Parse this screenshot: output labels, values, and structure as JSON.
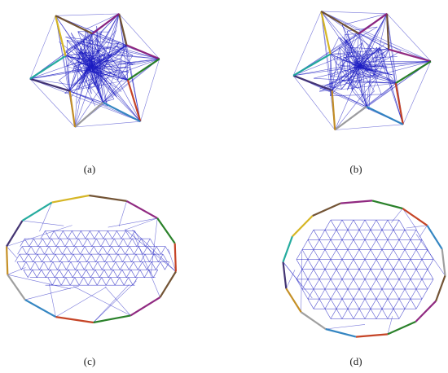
{
  "figure": {
    "panels": [
      {
        "id": "a",
        "caption": "(a)",
        "kind": "star-dense"
      },
      {
        "id": "b",
        "caption": "(b)",
        "kind": "star-medium"
      },
      {
        "id": "c",
        "caption": "(c)",
        "kind": "flat-polygon-perspective"
      },
      {
        "id": "d",
        "caption": "(d)",
        "kind": "regular-polygon-mesh"
      }
    ],
    "colors": {
      "mesh": "#1d1dc2",
      "boundary": [
        "#6b4b2a",
        "#8a1f7a",
        "#1f7a1f",
        "#c23a1a",
        "#2a7fbf",
        "#9a9a9a",
        "#c28a1a",
        "#3a2a6b",
        "#1aa89a",
        "#d4b21a"
      ]
    }
  }
}
